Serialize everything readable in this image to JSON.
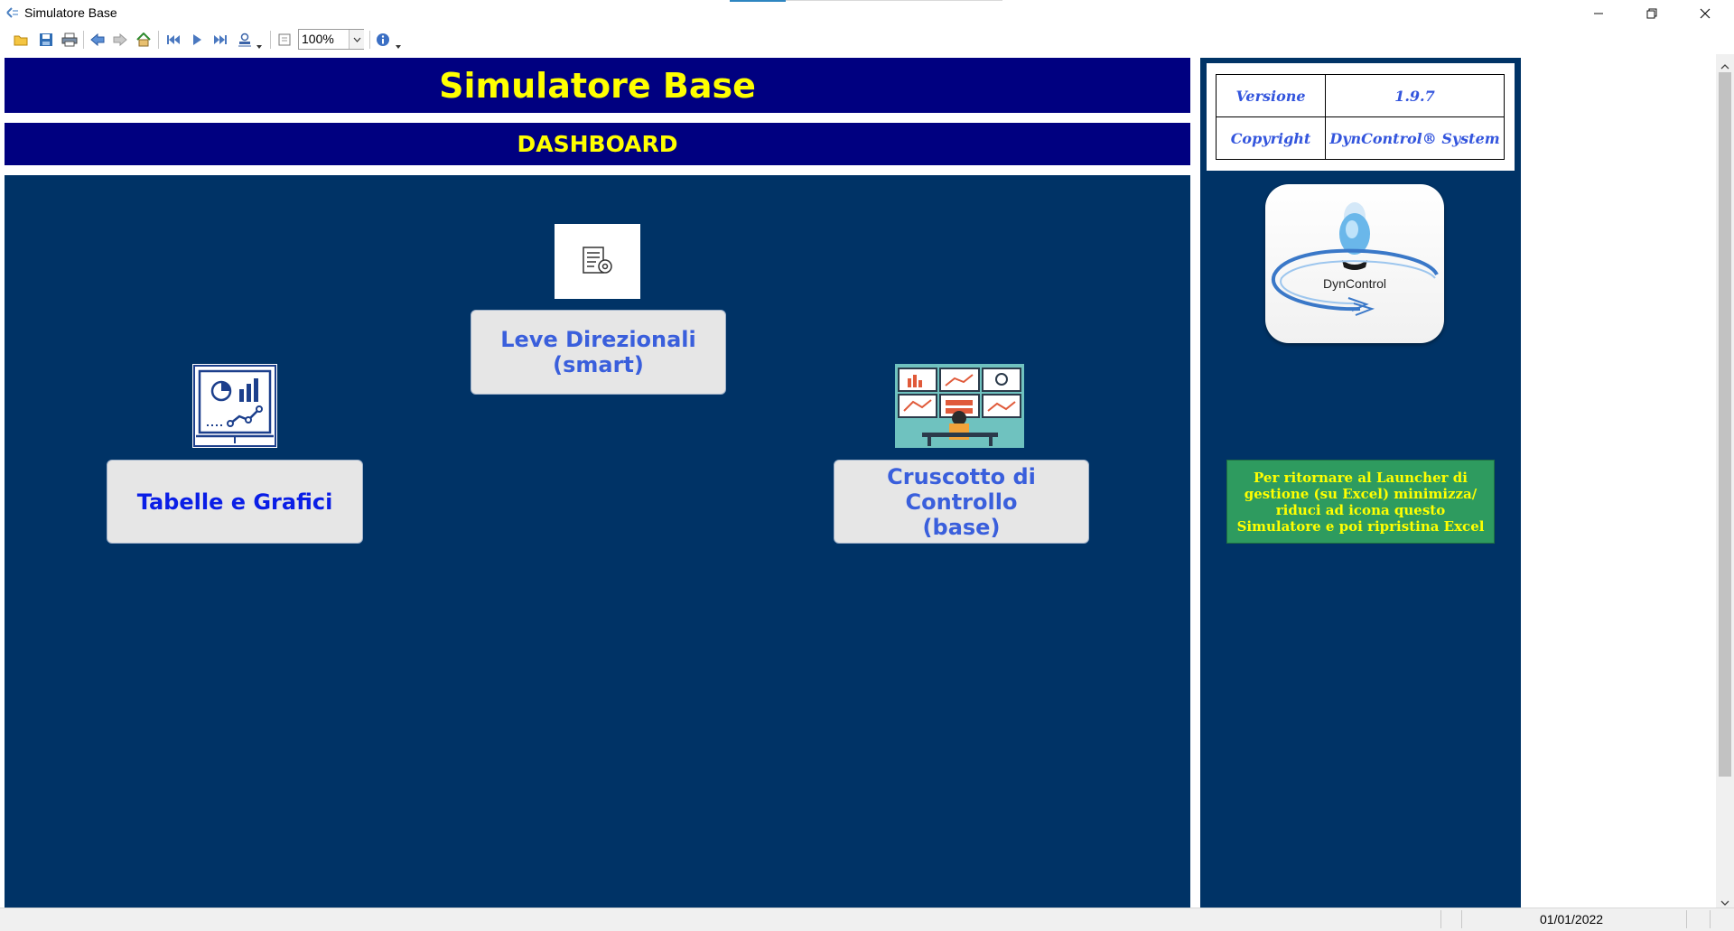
{
  "window": {
    "title": "Simulatore Base"
  },
  "toolbar": {
    "zoom_value": "100%"
  },
  "header": {
    "title": "Simulatore Base",
    "subtitle": "DASHBOARD"
  },
  "dashboard": {
    "buttons": [
      {
        "id": "leve",
        "line1": "Leve Direzionali",
        "line2": "(smart)",
        "color": "#3a5fdc"
      },
      {
        "id": "tabelle",
        "line1": "Tabelle e Grafici",
        "color": "#0a1ee6"
      },
      {
        "id": "cruscotto",
        "line1": "Cruscotto di",
        "line2": "Controllo",
        "line3": "(base)",
        "color": "#3a5fdc"
      }
    ]
  },
  "info": {
    "version_label": "Versione",
    "version_value": "1.9.7",
    "copyright_label": "Copyright",
    "copyright_value": "DynControl® System"
  },
  "logo": {
    "text": "DynControl"
  },
  "notice": {
    "text": "Per ritornare al Launcher di gestione (su Excel) minimizza/ riduci ad icona questo Simulatore e poi ripristina Excel"
  },
  "status": {
    "date": "01/01/2022"
  },
  "colors": {
    "title_band": "#000080",
    "dashboard_bg": "#003366",
    "title_text": "#ffff00",
    "notice_bg": "#2e9b5f"
  }
}
